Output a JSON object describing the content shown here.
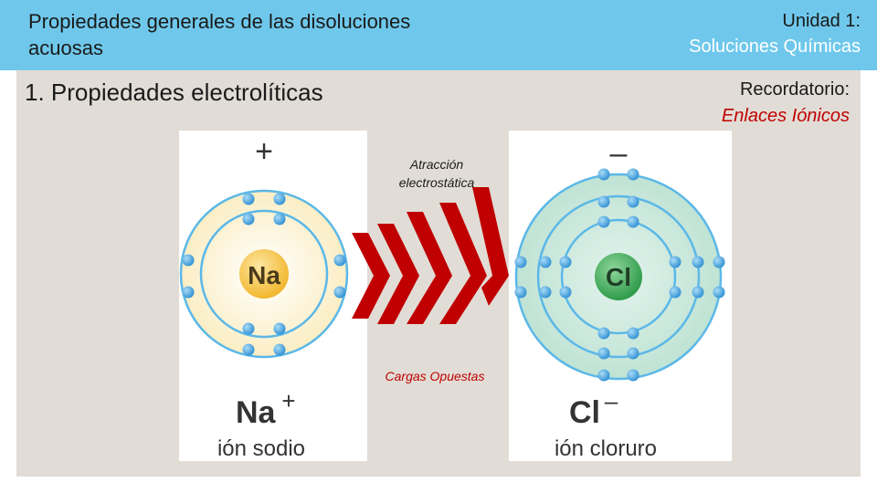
{
  "header": {
    "title": "Propiedades generales de las disoluciones acuosas",
    "unit_line1": "Unidad 1:",
    "unit_line2": "Soluciones Químicas"
  },
  "section_title": "1. Propiedades electrolíticas",
  "reminder": {
    "line1": "Recordatorio:",
    "line2": "Enlaces Iónicos"
  },
  "annotations": {
    "attraction": "Atracción electrostática",
    "opposite_charges": "Cargas Opuestas"
  },
  "sodium": {
    "charge_symbol": "+",
    "nucleus": "Na",
    "ion_formula": "Na",
    "ion_charge": "+",
    "ion_name": "ión sodio"
  },
  "chlorine": {
    "charge_symbol": "–",
    "nucleus": "Cl",
    "ion_formula": "Cl",
    "ion_charge": "–",
    "ion_name": "ión cloruro"
  },
  "colors": {
    "header_bg": "#6fc8eb",
    "panel_bg": "#e1ddd6",
    "electron": "#4aa3de",
    "orbit": "#5bb8e8",
    "sodium_nucleus": "#f7c64a",
    "sodium_glow": "#fbeec4",
    "chlorine_nucleus": "#3fae5a",
    "chlorine_glow": "#bfe3d4",
    "arrow_red": "#c00000"
  }
}
